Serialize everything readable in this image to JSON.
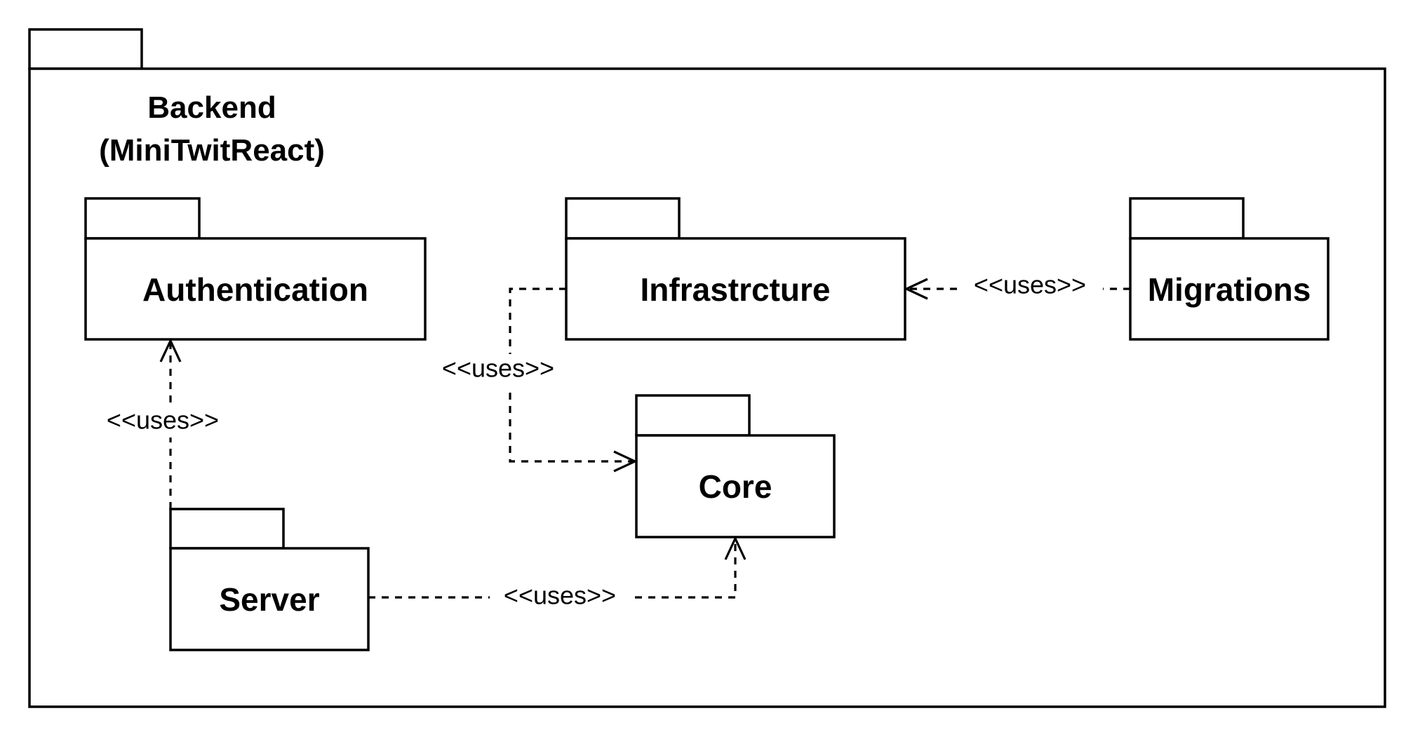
{
  "diagram": {
    "container": {
      "title_line1": "Backend",
      "title_line2": "(MiniTwitReact)"
    },
    "packages": {
      "authentication": "Authentication",
      "infrastructure": "Infrastrcture",
      "migrations": "Migrations",
      "core": "Core",
      "server": "Server"
    },
    "dependencies": [
      {
        "from": "Server",
        "to": "Authentication",
        "label": "<<uses>>"
      },
      {
        "from": "Infrastrcture",
        "to": "Core",
        "label": "<<uses>>"
      },
      {
        "from": "Migrations",
        "to": "Infrastrcture",
        "label": "<<uses>>"
      },
      {
        "from": "Server",
        "to": "Core",
        "label": "<<uses>>"
      }
    ]
  }
}
